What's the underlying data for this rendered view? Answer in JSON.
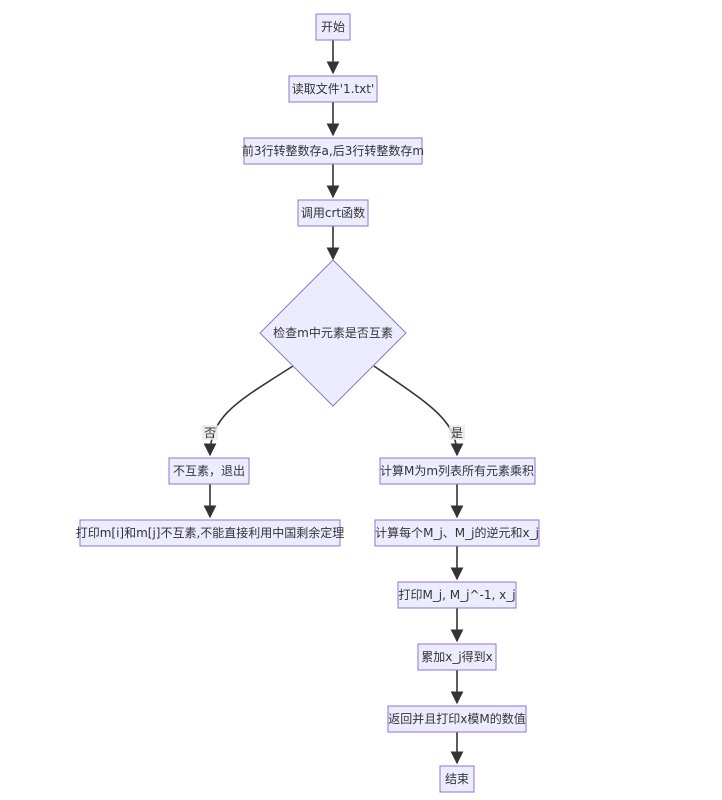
{
  "flowchart": {
    "nodes": {
      "start": "开始",
      "read_file": "读取文件'1.txt'",
      "convert": "前3行转整数存a,后3行转整数存m",
      "call_crt": "调用crt函数",
      "check_coprime": "检查m中元素是否互素",
      "not_coprime": "不互素，退出",
      "print_not_coprime": "打印m[i]和m[j]不互素,不能直接利用中国剩余定理",
      "compute_M": "计算M为m列表所有元素乘积",
      "compute_Mj": "计算每个M_j、M_j的逆元和x_j",
      "print_values": "打印M_j, M_j^-1, x_j",
      "sum_x": "累加x_j得到x",
      "return_print": "返回并且打印x模M的数值",
      "end": "结束"
    },
    "edge_labels": {
      "no": "否",
      "yes": "是"
    }
  }
}
